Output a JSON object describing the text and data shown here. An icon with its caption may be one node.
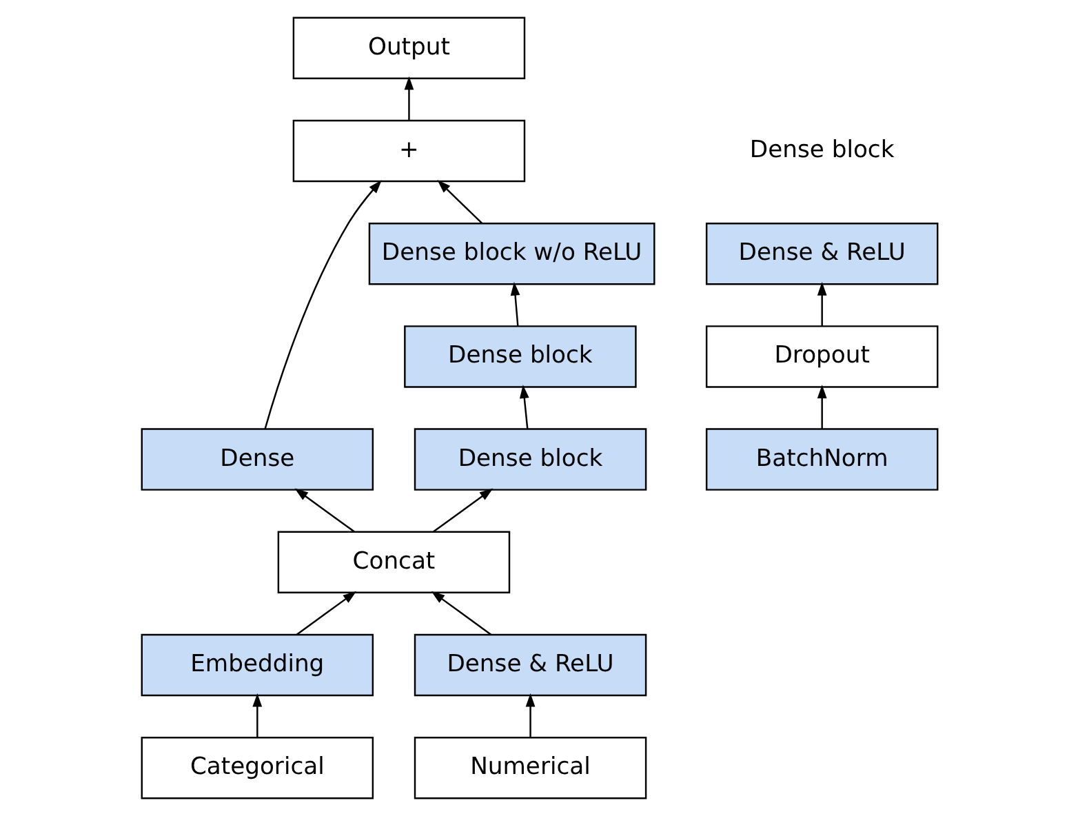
{
  "diagram": {
    "nodes": [
      {
        "text": [
          "Output"
        ]
      },
      {
        "text": [
          "+"
        ]
      },
      {
        "text": [
          "Dense block w/o ReLU"
        ]
      },
      {
        "text": [
          "Dense"
        ]
      },
      {
        "text": [
          "Dense block"
        ]
      },
      {
        "text": [
          "Dense block"
        ]
      },
      {
        "text": [
          "Concat"
        ]
      },
      {
        "text": [
          "Embedding"
        ]
      },
      {
        "text": [
          "Dense & ReLU"
        ]
      },
      {
        "text": [
          "Categorical"
        ]
      },
      {
        "text": [
          "Numerical"
        ]
      },
      {
        "text": [
          "Dense & ReLU"
        ]
      },
      {
        "text": [
          "Dropout"
        ]
      },
      {
        "text": [
          "BatchNorm"
        ]
      }
    ],
    "edges": [
      {
        "from": 1,
        "to": 0,
        "arrow": "to"
      },
      {
        "from": 2,
        "to": 1,
        "arrow": "to"
      },
      {
        "from": 3,
        "to": 1,
        "arrow": "to"
      },
      {
        "from": 4,
        "to": 2,
        "arrow": "to"
      },
      {
        "from": 5,
        "to": 4,
        "arrow": "to"
      },
      {
        "from": 6,
        "to": 3,
        "arrow": "to"
      },
      {
        "from": 6,
        "to": 5,
        "arrow": "to"
      },
      {
        "from": 7,
        "to": 6,
        "arrow": "to"
      },
      {
        "from": 8,
        "to": 6,
        "arrow": "to"
      },
      {
        "from": 9,
        "to": 7,
        "arrow": "to"
      },
      {
        "from": 10,
        "to": 8,
        "arrow": "to"
      },
      {
        "from": 13,
        "to": 12,
        "arrow": "to"
      },
      {
        "from": 12,
        "to": 11,
        "arrow": "to"
      }
    ],
    "labels": [
      "Dense block"
    ]
  }
}
